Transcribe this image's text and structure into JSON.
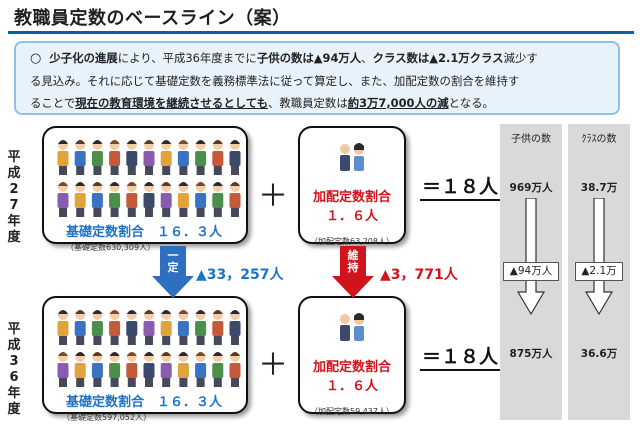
{
  "title": "教職員定数のベースライン（案）",
  "summary": {
    "bullet": "○",
    "line1": [
      {
        "t": "少子化の進展",
        "b": true
      },
      {
        "t": "により、平成36年度までに"
      },
      {
        "t": "子供の数は▲94万人",
        "b": true
      },
      {
        "t": "、"
      },
      {
        "t": "クラス数は▲2.1万クラス",
        "b": true
      },
      {
        "t": "減少す"
      }
    ],
    "line2": "る見込み。それに応じて基礎定数を義務標準法に従って算定し、また、加配定数の割合を維持す",
    "line3": [
      {
        "t": "ることで"
      },
      {
        "t": "現在の教育環境を継続させるとしても",
        "b": true,
        "u": true
      },
      {
        "t": "、教職員定数は"
      },
      {
        "t": "約3万7,000人の減",
        "b": true,
        "u": true
      },
      {
        "t": "となる。"
      }
    ]
  },
  "rows": [
    {
      "label": "平成27年度",
      "base_label": "基礎定数割合　１６．３人",
      "base_sub": "（基礎定数630,309人）",
      "add_label_1": "加配定数割合",
      "add_label_2": "１．６人",
      "add_sub": "（加配定数63,208人）",
      "plus": "＋",
      "equals": "＝１８人",
      "children": "969万人",
      "classes": "38.7万"
    },
    {
      "label": "平成36年度",
      "base_label": "基礎定数割合　１６．３人",
      "base_sub": "（基礎定数597,052人）",
      "add_label_1": "加配定数割合",
      "add_label_2": "１．６人",
      "add_sub": "（加配定数59,437人）",
      "plus": "＋",
      "equals": "＝１８人",
      "children": "875万人",
      "classes": "36.6万"
    }
  ],
  "arrows": {
    "base_arrow_text": "一定",
    "base_diff": "▲33，257人",
    "add_arrow_text": "維持",
    "add_diff": "▲3，771人"
  },
  "columns": {
    "children_head": "子供の数",
    "classes_head": "ｸﾗｽの数",
    "children_change": "▲94万人",
    "classes_change": "▲2.1万"
  },
  "colors": {
    "accent_blue": "#1e73c4",
    "accent_red": "#d1141c",
    "header_rule": "#0b5fa8",
    "summary_bg": "#e8f2fb"
  }
}
